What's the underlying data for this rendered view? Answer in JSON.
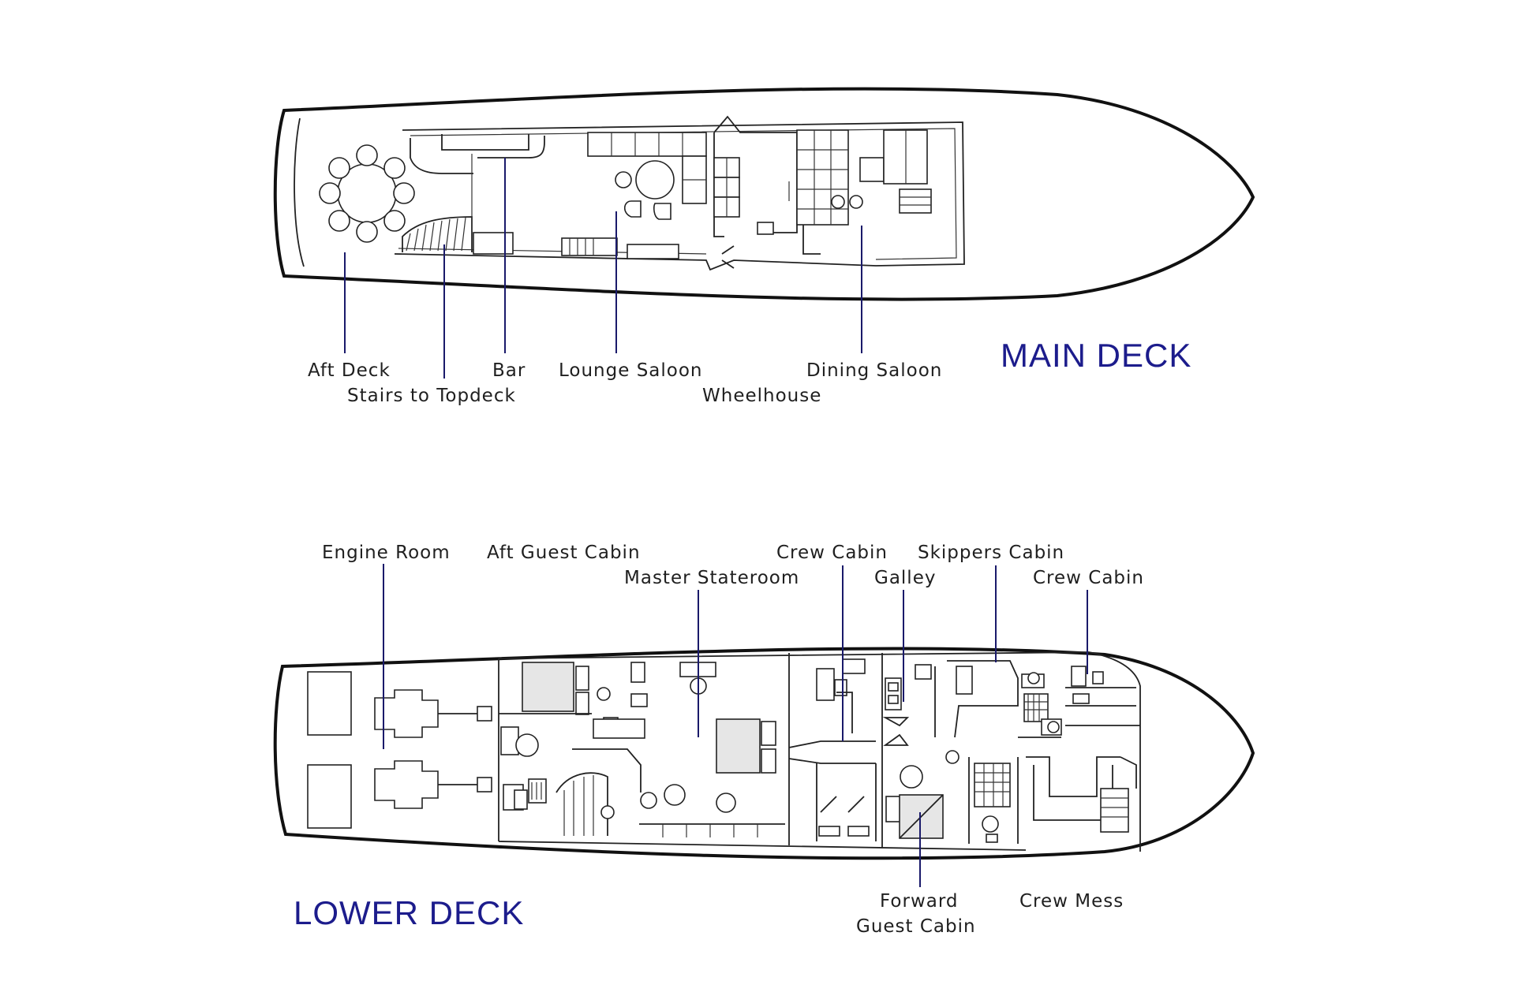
{
  "main_deck": {
    "title": "MAIN DECK",
    "labels": {
      "aft_deck": "Aft Deck",
      "stairs": "Stairs to Topdeck",
      "bar": "Bar",
      "lounge": "Lounge Saloon",
      "wheelhouse": "Wheelhouse",
      "dining": "Dining Saloon"
    }
  },
  "lower_deck": {
    "title": "LOWER DECK",
    "labels": {
      "engine_room": "Engine Room",
      "aft_guest_cabin": "Aft Guest Cabin",
      "master_stateroom": "Master Stateroom",
      "crew_cabin_1": "Crew Cabin",
      "galley": "Galley",
      "skippers_cabin": "Skippers Cabin",
      "crew_cabin_2": "Crew Cabin",
      "forward_guest_cabin_line1": "Forward",
      "forward_guest_cabin_line2": "Guest Cabin",
      "crew_mess": "Crew Mess"
    }
  },
  "colors": {
    "title": "#1c1c8c",
    "leader": "#1a1a6a",
    "outline": "#111111"
  }
}
